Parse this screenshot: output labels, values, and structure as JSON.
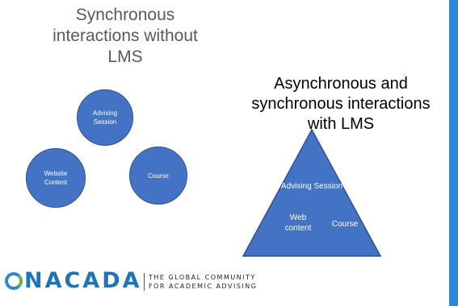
{
  "left_panel": {
    "title": "Synchronous\ninteractions without\nLMS",
    "circles": {
      "advising": "Advising\nSession",
      "website": "Website\nContent",
      "course": "Course"
    }
  },
  "right_panel": {
    "title": "Asynchronous and\nsynchronous interactions\nwith LMS",
    "triangle": {
      "advising": "Advising Session",
      "web": "Web\ncontent",
      "course": "Course"
    }
  },
  "footer": {
    "logo_text": "NACADA",
    "tagline": "THE GLOBAL COMMUNITY\nFOR ACADEMIC ADVISING"
  },
  "colors": {
    "shape_fill": "#4472c4",
    "shape_border": "#2f528f",
    "accent_bar": "#2b87d8",
    "logo_blue": "#1f74b8",
    "logo_green": "#6cb33f"
  }
}
